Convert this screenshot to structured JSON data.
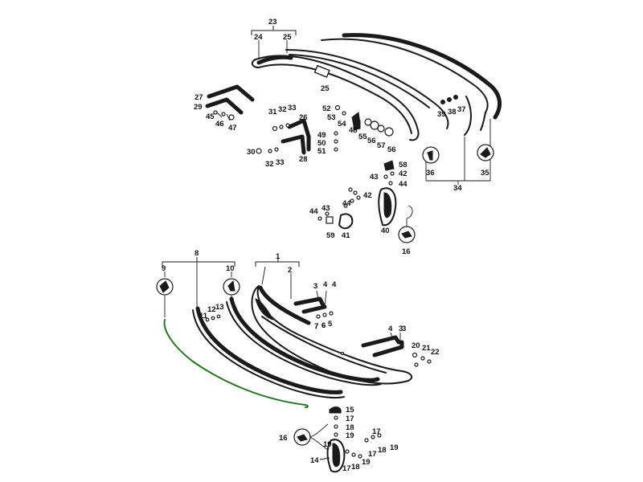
{
  "diagram": {
    "colors": {
      "line": "#1a1a1a",
      "highlight": "#1f7a1f",
      "background": "#ffffff"
    },
    "labels": [
      "1",
      "2",
      "3",
      "4",
      "5",
      "6",
      "7",
      "8",
      "9",
      "10",
      "11",
      "12",
      "13",
      "14",
      "15",
      "16",
      "17",
      "18",
      "19",
      "20",
      "21",
      "22",
      "23",
      "24",
      "25",
      "26",
      "27",
      "28",
      "29",
      "30",
      "31",
      "32",
      "33",
      "34",
      "35",
      "36",
      "37",
      "38",
      "39",
      "40",
      "41",
      "42",
      "43",
      "44",
      "45",
      "46",
      "47",
      "48",
      "49",
      "50",
      "51",
      "52",
      "53",
      "54",
      "55",
      "56",
      "57",
      "58",
      "59",
      "3",
      "4",
      "4",
      "3",
      "6",
      "7",
      "16",
      "17",
      "17",
      "17",
      "18",
      "18",
      "19",
      "19",
      "19",
      "25",
      "32",
      "33",
      "42",
      "43",
      "44",
      "44",
      "56"
    ]
  }
}
